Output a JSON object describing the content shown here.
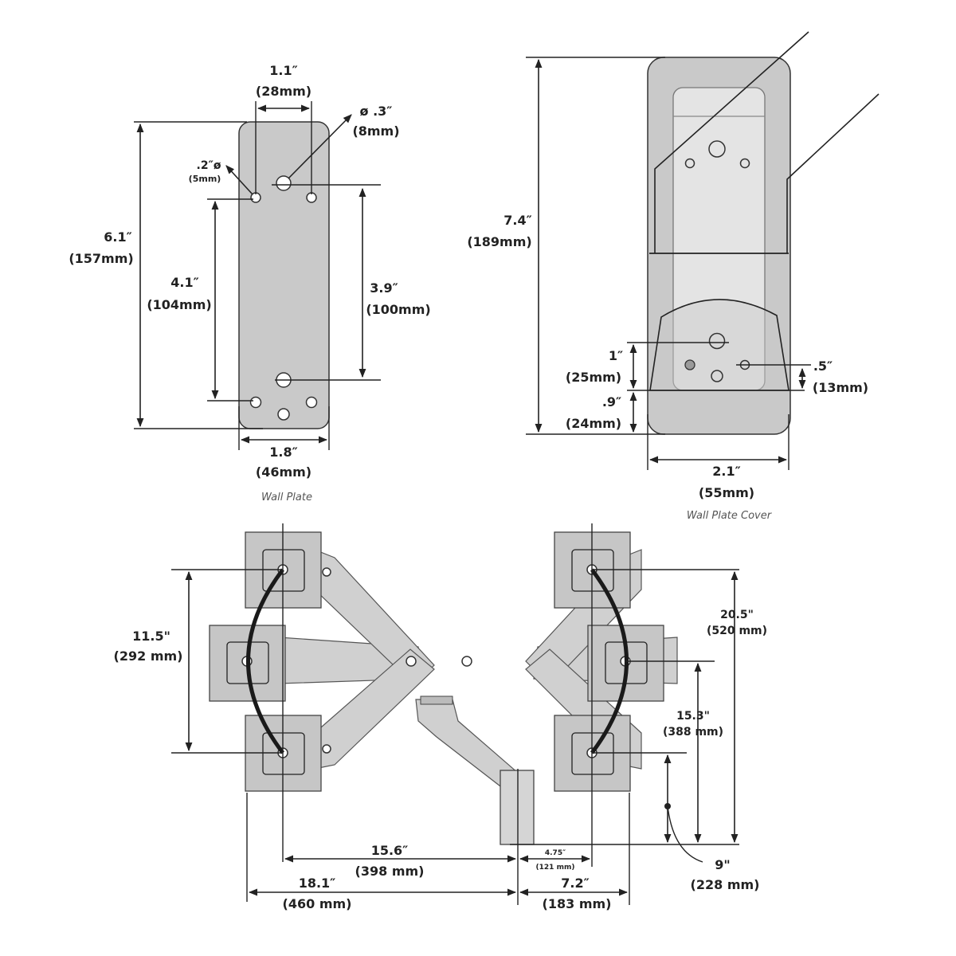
{
  "wall_plate": {
    "caption": "Wall Plate",
    "hole_spacing": {
      "in": "1.1″",
      "mm": "(28mm)"
    },
    "large_hole": {
      "in": "ø .3″",
      "mm": "(8mm)"
    },
    "small_hole": {
      "in": ".2″ø",
      "mm": "(5mm)"
    },
    "height": {
      "in": "6.1″",
      "mm": "(157mm)"
    },
    "small_hole_span": {
      "in": "4.1″",
      "mm": "(104mm)"
    },
    "large_hole_span": {
      "in": "3.9″",
      "mm": "(100mm)"
    },
    "width": {
      "in": "1.8″",
      "mm": "(46mm)"
    }
  },
  "wall_plate_cover": {
    "caption": "Wall Plate Cover",
    "height": {
      "in": "7.4″",
      "mm": "(189mm)"
    },
    "hole_offset": {
      "in": "1″",
      "mm": "(25mm)"
    },
    "bottom_offset": {
      "in": ".9″",
      "mm": "(24mm)"
    },
    "side_offset": {
      "in": ".5″",
      "mm": "(13mm)"
    },
    "width": {
      "in": "2.1″",
      "mm": "(55mm)"
    }
  },
  "arm_range": {
    "left_vertical": {
      "in": "11.5\"",
      "mm": "(292 mm)"
    },
    "max_height": {
      "in": "20.5\"",
      "mm": "(520 mm)"
    },
    "mid_height": {
      "in": "15.3\"",
      "mm": "(388 mm)"
    },
    "low_height": {
      "in": "9\"",
      "mm": "(228 mm)"
    },
    "reach_center": {
      "in": "15.6″",
      "mm": "(398 mm)"
    },
    "reach_right_center": {
      "in": "4.75″",
      "mm": "(121 mm)"
    },
    "reach_max": {
      "in": "18.1″",
      "mm": "(460 mm)"
    },
    "reach_right_max": {
      "in": "7.2″",
      "mm": "(183 mm)"
    }
  },
  "colors": {
    "part_fill": "#c9c9c9",
    "line": "#222222",
    "arc": "#1a1a1a"
  }
}
